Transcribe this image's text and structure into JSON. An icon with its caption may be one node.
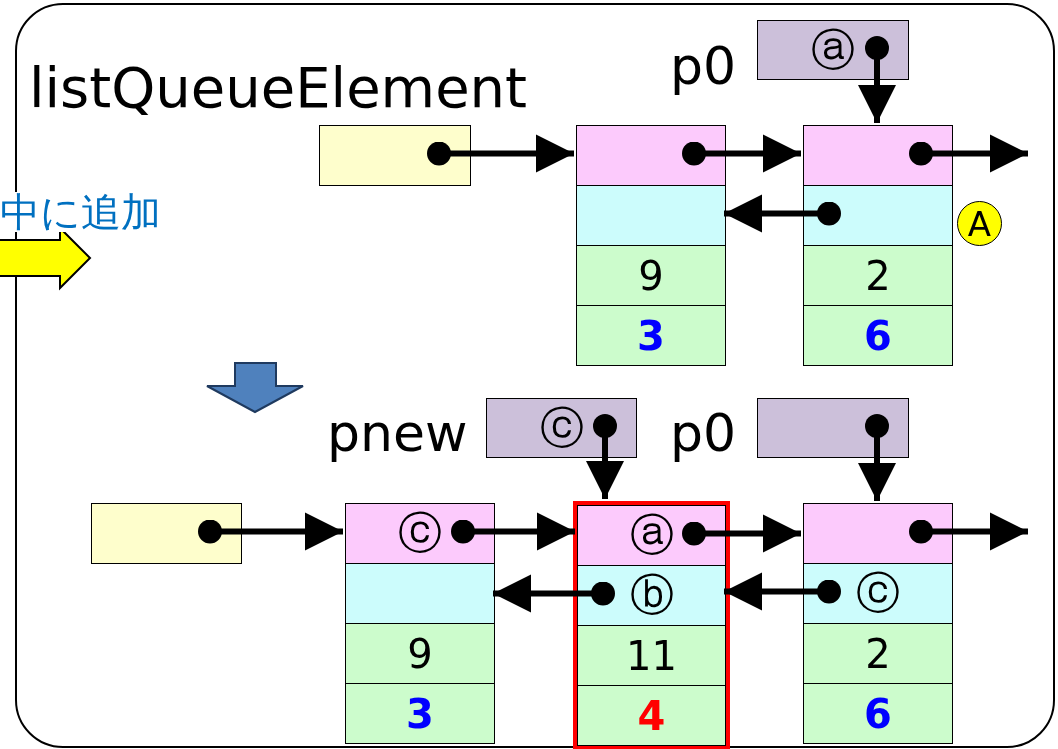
{
  "diagram": {
    "nodes": [
      {
        "text": [
          "listQueueElement"
        ]
      },
      {
        "text": [
          "ⓐ"
        ],
        "beside": [
          "p0"
        ],
        "in": 0
      },
      {
        "text": [],
        "shape": "box",
        "in": 0
      },
      {
        "text": [],
        "shape": "box",
        "in": 0
      },
      {
        "text": [],
        "shape": "box",
        "in": 0
      },
      {
        "text": [
          "9"
        ],
        "in": 0
      },
      {
        "text": [
          "3"
        ],
        "in": 0
      },
      {
        "text": [],
        "shape": "box",
        "in": 0
      },
      {
        "text": [],
        "shape": "box",
        "in": 0
      },
      {
        "text": [
          "2"
        ],
        "in": 0
      },
      {
        "text": [
          "6"
        ],
        "in": 0
      },
      {
        "text": [
          "A"
        ],
        "in": 0
      },
      {
        "text": [
          "ⓒ"
        ],
        "beside": [
          "pnew"
        ],
        "in": 0
      },
      {
        "text": [],
        "shape": "box",
        "beside": [
          "p0"
        ],
        "in": 0
      },
      {
        "text": [],
        "shape": "box",
        "in": 0
      },
      {
        "text": [
          "ⓒ"
        ],
        "in": 0
      },
      {
        "text": [],
        "shape": "box",
        "in": 0
      },
      {
        "text": [
          "9"
        ],
        "in": 0
      },
      {
        "text": [
          "3"
        ],
        "in": 0
      },
      {
        "text": [],
        "shape": "box",
        "in": 0
      },
      {
        "text": [
          "ⓐ"
        ],
        "in": 19
      },
      {
        "text": [
          "ⓑ"
        ],
        "in": 19
      },
      {
        "text": [
          "11"
        ],
        "in": 19
      },
      {
        "text": [
          "4"
        ],
        "in": 19
      },
      {
        "text": [],
        "shape": "box",
        "in": 0
      },
      {
        "text": [
          "ⓒ"
        ],
        "in": 0
      },
      {
        "text": [
          "2"
        ],
        "in": 0
      },
      {
        "text": [
          "6"
        ],
        "in": 0
      }
    ],
    "edges": [
      {
        "from": 1,
        "to": 7,
        "arrow": "to"
      },
      {
        "from": 2,
        "to": 3,
        "arrow": "to"
      },
      {
        "from": 3,
        "to": 7,
        "arrow": "to"
      },
      {
        "from": 7,
        "to": null,
        "arrow": "to"
      },
      {
        "from": 8,
        "to": 4,
        "arrow": "to"
      },
      {
        "from": 12,
        "to": 19,
        "arrow": "to"
      },
      {
        "from": 13,
        "to": 24,
        "arrow": "to"
      },
      {
        "from": 14,
        "to": 15,
        "arrow": "to"
      },
      {
        "from": 15,
        "to": 20,
        "arrow": "to"
      },
      {
        "from": 20,
        "to": 24,
        "arrow": "to"
      },
      {
        "from": 24,
        "to": null,
        "arrow": "to"
      },
      {
        "from": 21,
        "to": 16,
        "arrow": "to"
      },
      {
        "from": 25,
        "to": 21,
        "arrow": "to"
      }
    ],
    "labels": [
      "中に追加"
    ]
  }
}
